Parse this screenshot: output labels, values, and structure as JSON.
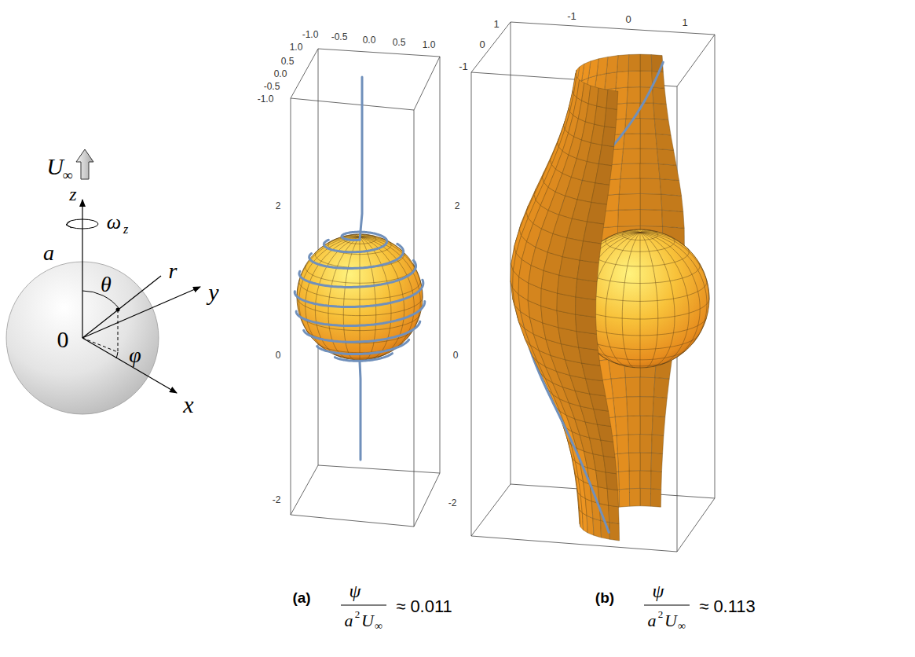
{
  "diagram": {
    "labels": [
      "U",
      "∞",
      "z",
      "ω",
      "z",
      "a",
      "θ",
      "r",
      "y",
      "0",
      "φ",
      "x",
      "-1.0",
      "-0.5",
      "0.0",
      "0.5",
      "1.0",
      "1.0",
      "0.5",
      "0.0",
      "-0.5",
      "-1.0",
      "2",
      "0",
      "-2",
      "1",
      "0",
      "-1",
      "-1",
      "0",
      "1",
      "2",
      "0",
      "-2",
      "(a)",
      "ψ",
      "a",
      "2",
      "U",
      "∞",
      "≈ 0.011",
      "(b)",
      "ψ",
      "a",
      "2",
      "U",
      "∞",
      "≈ 0.113"
    ]
  }
}
